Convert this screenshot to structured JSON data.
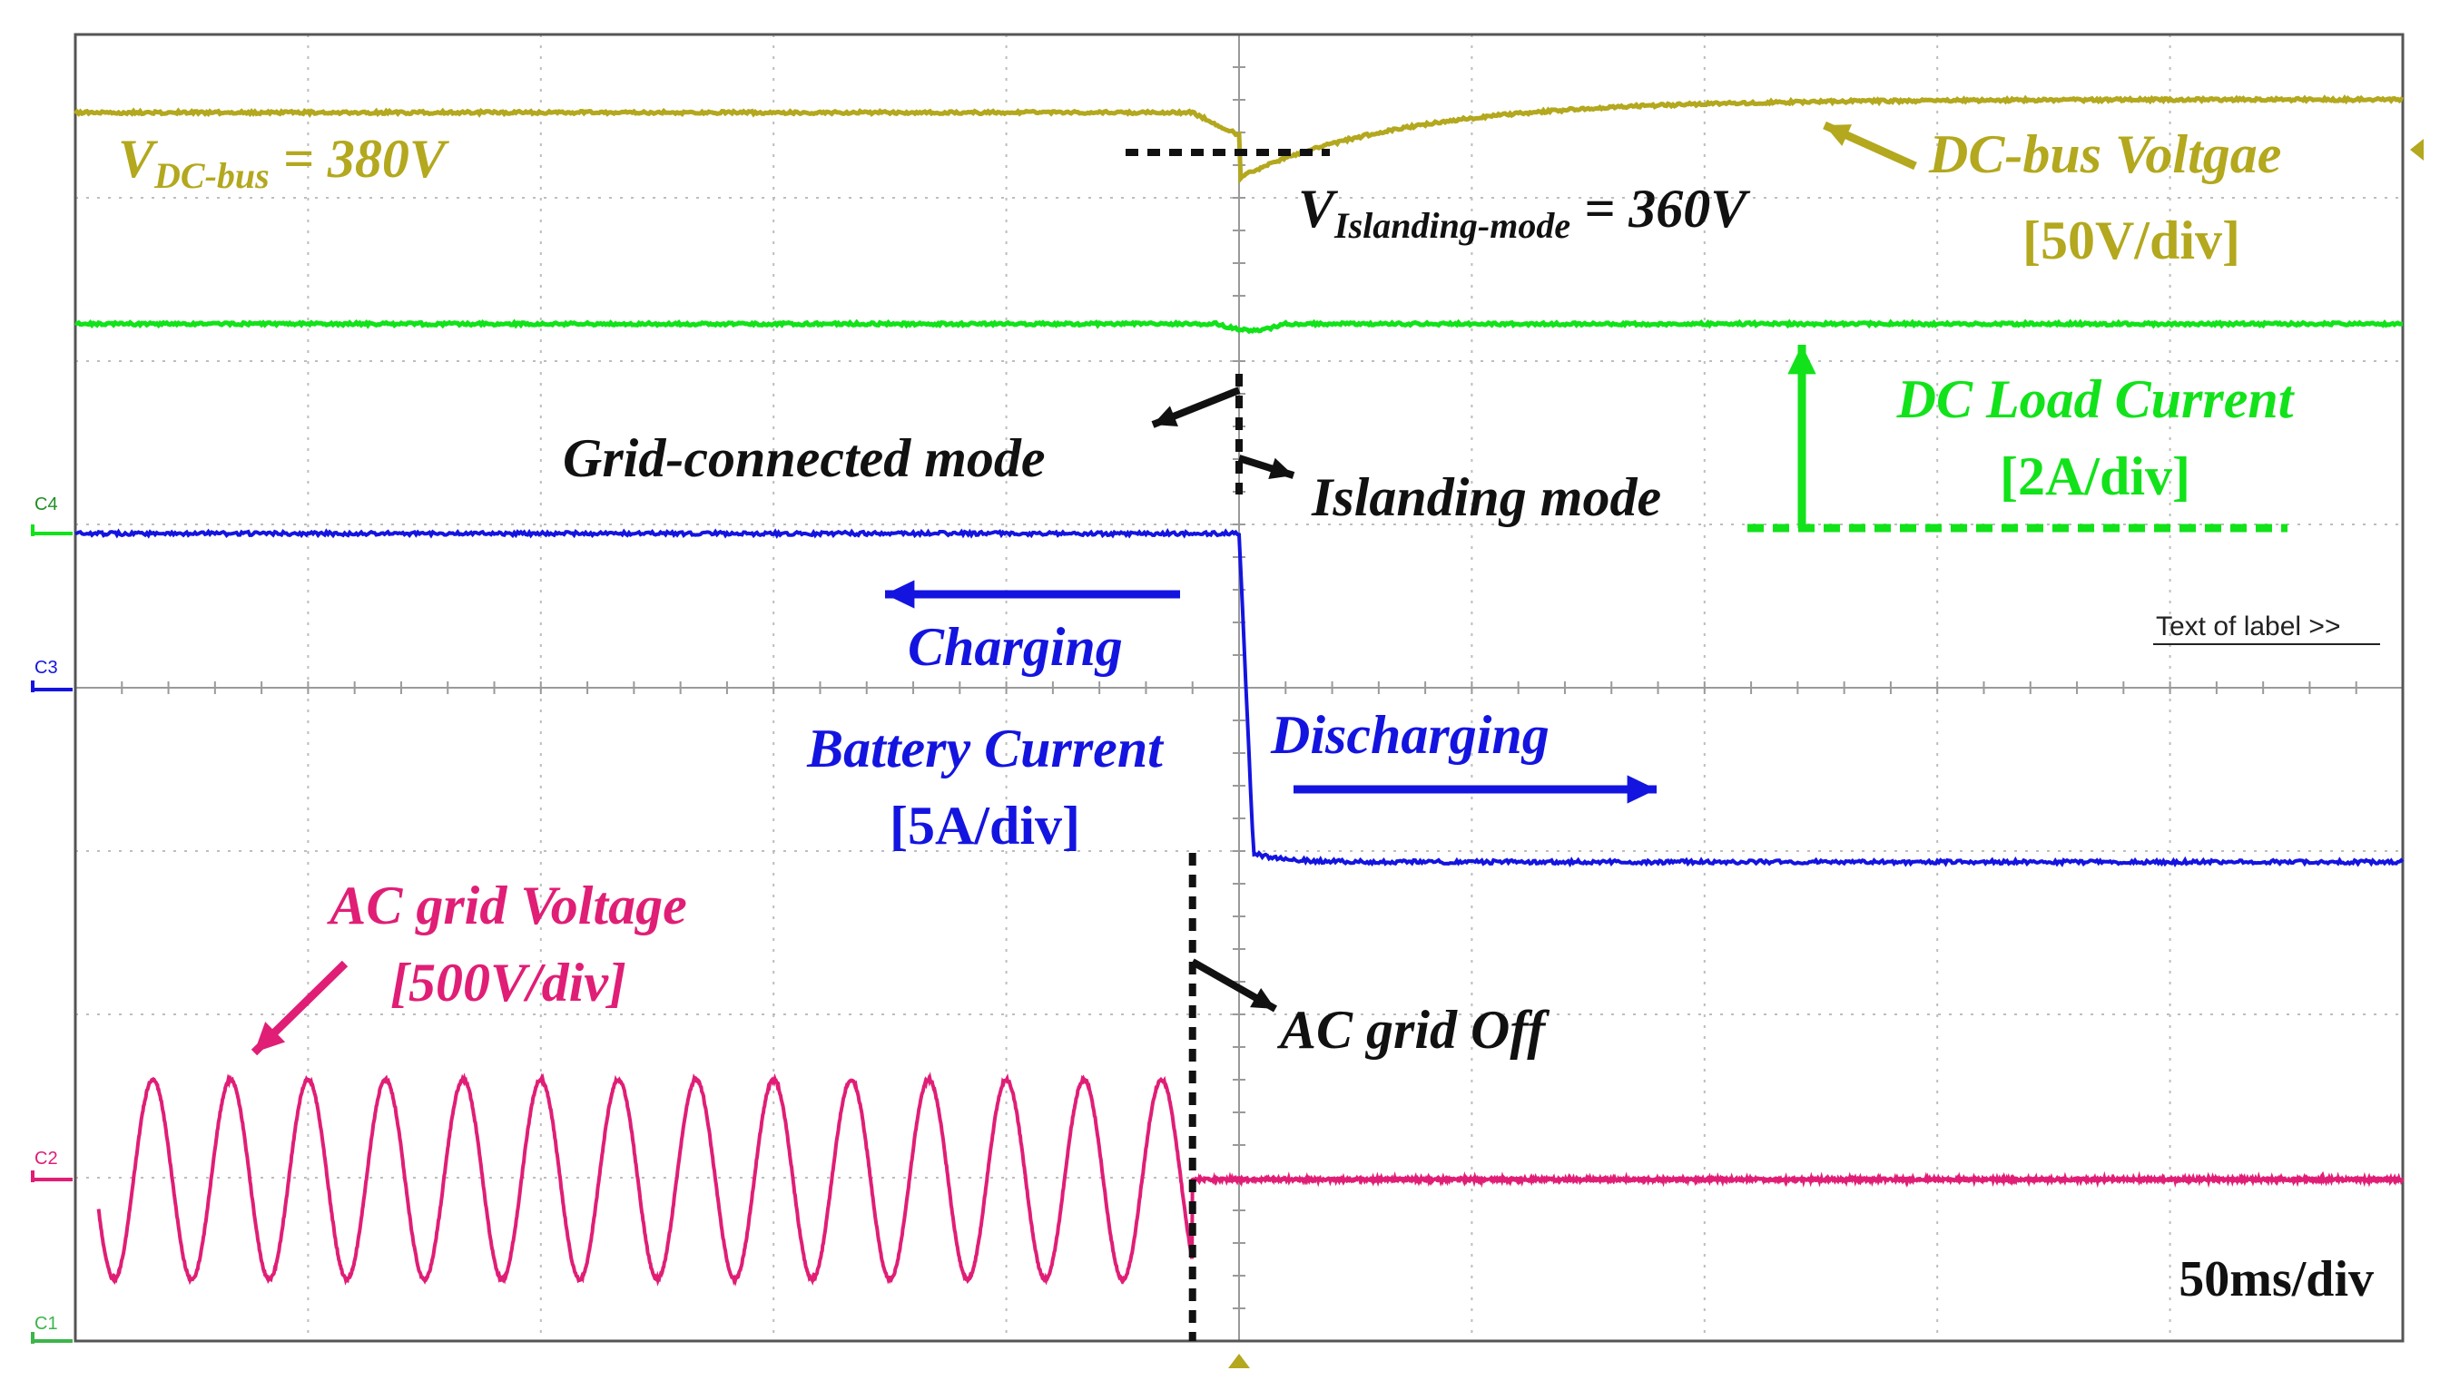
{
  "chart_data": {
    "type": "line",
    "title": "",
    "timebase": "50ms/div",
    "x_unit_per_div": 50,
    "x_divisions": 10,
    "x_range_ms": [
      0,
      500
    ],
    "event_time_ms": 250,
    "ac_off_time_ms": 240,
    "annotations": {
      "grid_connected": "Grid-connected mode",
      "islanding": "Islanding mode",
      "charging": "Charging",
      "discharging": "Discharging",
      "ac_off": "AC grid Off",
      "text_of_label": "Text of label >>"
    },
    "series": [
      {
        "key": "dcbus",
        "name": "DC-bus Voltgae",
        "scale": "[50V/div]",
        "color": "#b3a81e",
        "label_v_main": "V",
        "label_v_sub": "DC-bus",
        "label_v_val": " = 380V",
        "island_v_main": "V",
        "island_v_sub": "Islanding-mode",
        "island_v_val": " = 360V",
        "before_V": 380,
        "min_V": 360,
        "after_V": 380,
        "volts_per_div": 50
      },
      {
        "key": "load",
        "name": "DC Load Current",
        "scale": "[2A/div]",
        "color": "#12e21a"
      },
      {
        "key": "battery",
        "name": "Battery Current",
        "scale": "[5A/div]",
        "color": "#1414e0",
        "amps_per_div": 5,
        "step_divs": -2
      },
      {
        "key": "acgrid",
        "name": "AC grid Voltage",
        "scale": "[500V/div]",
        "color": "#e01e76",
        "volts_per_div": 500,
        "frequency_hz": 60
      }
    ],
    "channel_markers": [
      "C4",
      "C3",
      "C2",
      "C1"
    ],
    "grid": true
  }
}
